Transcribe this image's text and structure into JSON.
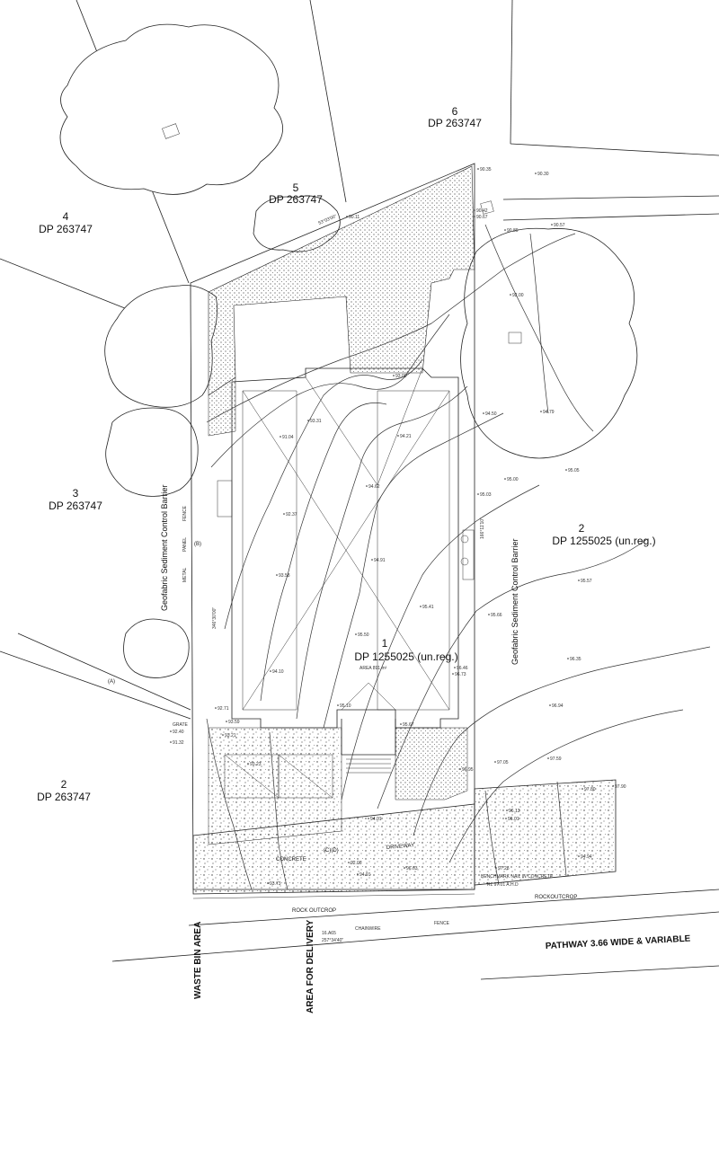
{
  "lots": [
    {
      "num": "6",
      "dp": "DP 263747"
    },
    {
      "num": "5",
      "dp": "DP 263747"
    },
    {
      "num": "4",
      "dp": "DP 263747"
    },
    {
      "num": "3",
      "dp": "DP 263747"
    },
    {
      "num": "2",
      "dp": "DP 263747"
    },
    {
      "num": "2",
      "dp": "DP 1255025 (un.reg.)"
    },
    {
      "num": "1",
      "dp": "DP 1255025 (un.reg.)",
      "area": "AREA 891 m²"
    }
  ],
  "labels": {
    "sediment_left": "Geofabric Sediment Control Barrier",
    "sediment_right": "Geofabric Sediment Control Barrier",
    "waste_bin": "WASTE BIN AREA",
    "delivery": "AREA FOR DELIVERY",
    "pathway": "PATHWAY 3.66 WIDE & VARIABLE",
    "concrete": "CONCRETE",
    "driveway": "DRIVEWAY",
    "rock_outcrop_left": "ROCK OUTCROP",
    "rock_outcrop_right": "ROCKOUTCROP",
    "chainwire": "CHAINWIRE",
    "fence_bottom": "FENCE",
    "fence_left": "FENCE",
    "panel": "PANEL",
    "metal": "METAL",
    "benchmark": "BENCHMARK NAIL IN CONCRETE",
    "benchmark_rl": "RL 97.01 A.H.D",
    "grate": "GRATE",
    "marker_a": "(A)",
    "marker_b": "(B)",
    "marker_c": "(C)(D)"
  },
  "levels": [
    "90.35",
    "90.30",
    "90.42",
    "90.67",
    "90.89",
    "90.57",
    "90.11",
    "92.00",
    "93.00",
    "94.50",
    "94.79",
    "95.00",
    "95.03",
    "95.05",
    "95.57",
    "95.66",
    "96.35",
    "96.94",
    "97.05",
    "97.59",
    "97.80",
    "97.90",
    "97.28",
    "96.01",
    "96.13",
    "94.21",
    "94.62",
    "94.91",
    "95.41",
    "94.10",
    "95.10",
    "95.67",
    "93.58",
    "92.37",
    "91.04",
    "93.31",
    "95.50",
    "96.46",
    "96.73",
    "96.95",
    "96.63",
    "93.73",
    "94.91",
    "94.01",
    "93.23",
    "92.06",
    "92.40",
    "91.32",
    "92.71",
    "93.59",
    "93.21",
    "94.94"
  ],
  "bearings": [
    "53°03'00\"",
    "166°11'10\"",
    "346°30'00\"",
    "257°34'40\"",
    "16.A65"
  ]
}
